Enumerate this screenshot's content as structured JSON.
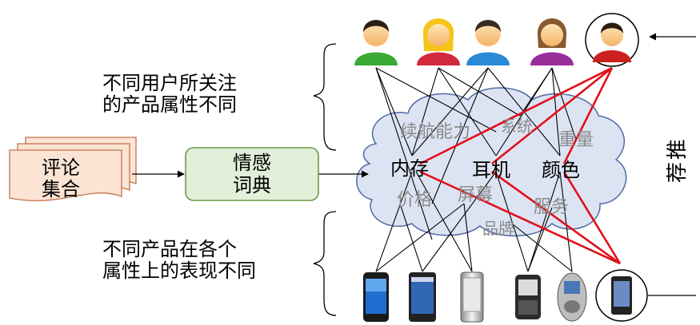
{
  "left_top_label": [
    "不同用户所关注",
    "的产品属性不同"
  ],
  "left_bottom_label": [
    "不同产品在各个",
    "属性上的表现不同"
  ],
  "reviews_box": [
    "评论",
    "集合"
  ],
  "dictionary_box": [
    "情感",
    "词典"
  ],
  "right_label": [
    "推",
    "荐"
  ],
  "attributes_primary": [
    "内存",
    "耳机",
    "颜色"
  ],
  "attributes_secondary": [
    "续航能力",
    "系统",
    "重量",
    "价格",
    "屏幕",
    "服务",
    "品牌"
  ],
  "users": [
    "user-green",
    "user-red",
    "user-blue",
    "user-purple",
    "user-red-target"
  ],
  "phones": [
    "phone-iphone",
    "phone-blue-screen",
    "phone-silver",
    "phone-blackberry",
    "phone-nokia",
    "phone-target"
  ],
  "colors": {
    "red_link": "#e3101a",
    "cloud_fill": "#dce4f3",
    "cloud_stroke": "#4f6ba3",
    "dict_fill": "#e2efd9",
    "dict_stroke": "#6b9b4c",
    "review_fill": "#fbe4d4",
    "review_stroke": "#c0714a"
  }
}
